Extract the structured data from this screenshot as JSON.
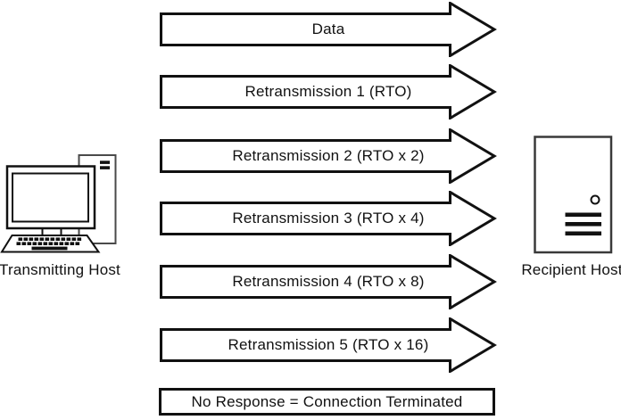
{
  "canvas": {
    "background": "#ffffff",
    "stroke_color": "#111111"
  },
  "left_node": {
    "label": "Transmitting Host",
    "icon": "desktop-computer-icon"
  },
  "right_node": {
    "label": "Recipient Host",
    "icon": "server-tower-icon"
  },
  "arrows": [
    {
      "label": "Data"
    },
    {
      "label": "Retransmission 1 (RTO)"
    },
    {
      "label": "Retransmission 2 (RTO x 2)"
    },
    {
      "label": "Retransmission 3 (RTO x 4)"
    },
    {
      "label": "Retransmission 4 (RTO x 8)"
    },
    {
      "label": "Retransmission 5 (RTO x 16)"
    }
  ],
  "terminal_box": {
    "label": "No Response = Connection Terminated"
  }
}
